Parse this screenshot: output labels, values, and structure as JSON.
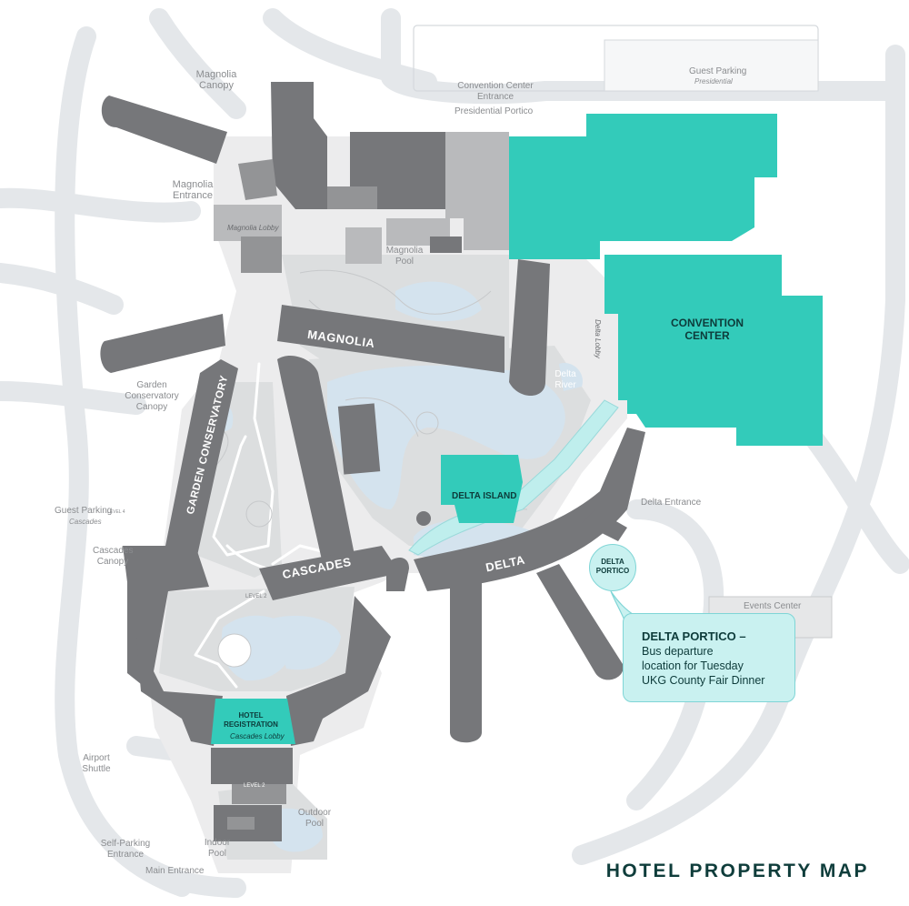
{
  "title": "HOTEL PROPERTY MAP",
  "colors": {
    "convention_teal": "#33cbba",
    "building_gray": "#76777a",
    "ground_gray": "#ececed",
    "water_blue": "#d4e3ee",
    "callout_fill": "#c9f1f0",
    "title_text": "#0f3d3b"
  },
  "wings": {
    "magnolia": "MAGNOLIA",
    "garden_conservatory": "GARDEN CONSERVATORY",
    "cascades": "CASCADES",
    "delta": "DELTA"
  },
  "highlighted_areas": {
    "convention_center": "CONVENTION CENTER",
    "delta_island": "DELTA ISLAND",
    "hotel_registration": "HOTEL REGISTRATION",
    "cascades_lobby": "Cascades Lobby"
  },
  "labels": {
    "magnolia_canopy": "Magnolia Canopy",
    "magnolia_entrance": "Magnolia Entrance",
    "magnolia_lobby": "Magnolia Lobby",
    "magnolia_pool": "Magnolia Pool",
    "convention_center_entrance": "Convention Center Entrance",
    "presidential_portico": "Presidential Portico",
    "guest_parking_presidential": "Guest Parking",
    "presidential": "Presidential",
    "delta_lobby": "Delta Lobby",
    "delta_river": "Delta River",
    "delta_entrance": "Delta Entrance",
    "garden_conservatory_canopy": "Garden Conservatory Canopy",
    "guest_parking_cascades": "Guest Parking",
    "cascades": "Cascades",
    "level_4": "LEVEL 4",
    "level_2_a": "LEVEL 2",
    "level_2_b": "LEVEL 2",
    "cascades_canopy": "Cascades Canopy",
    "events_center": "Events Center",
    "airport_shuttle": "Airport Shuttle",
    "self_parking_entrance": "Self-Parking Entrance",
    "main_entrance": "Main Entrance",
    "indoor_pool": "Indoor Pool",
    "outdoor_pool": "Outdoor Pool"
  },
  "delta_portico_bubble": "DELTA PORTICO",
  "callout": {
    "title": "DELTA PORTICO –",
    "lines": [
      "Bus departure",
      "location for Tuesday",
      "UKG County Fair Dinner"
    ]
  }
}
